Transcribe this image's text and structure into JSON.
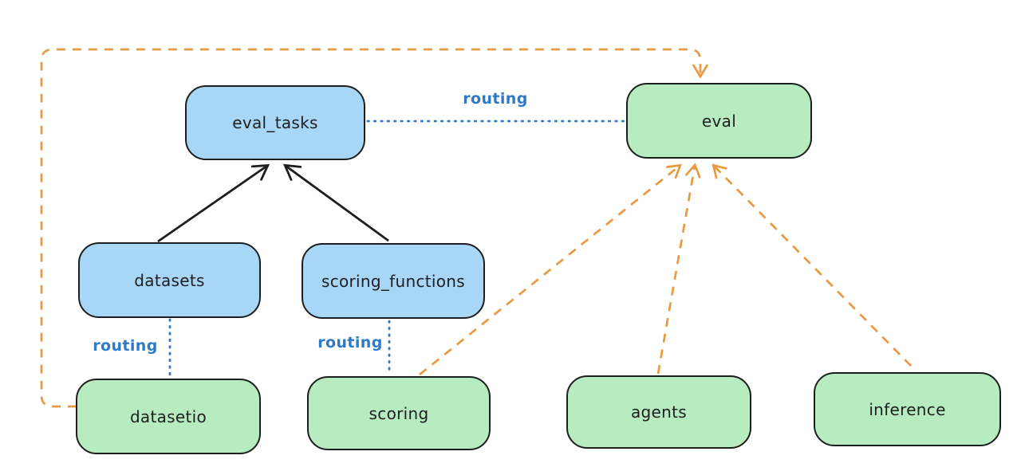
{
  "colors": {
    "background": "#ffffff",
    "node_stroke": "#1e1e1e",
    "api_fill": "#a8d6f7",
    "provider_fill": "#b7ecc0",
    "routing_line": "#2f7ac5",
    "dependency_line": "#e9993f",
    "arrow_line": "#1e1e1e"
  },
  "nodes": {
    "eval_tasks": {
      "label": "eval_tasks",
      "color": "blue"
    },
    "eval": {
      "label": "eval",
      "color": "green"
    },
    "datasets": {
      "label": "datasets",
      "color": "blue"
    },
    "scoring_functions": {
      "label": "scoring_functions",
      "color": "blue"
    },
    "datasetio": {
      "label": "datasetio",
      "color": "green"
    },
    "scoring": {
      "label": "scoring",
      "color": "green"
    },
    "agents": {
      "label": "agents",
      "color": "green"
    },
    "inference": {
      "label": "inference",
      "color": "green"
    }
  },
  "edge_labels": {
    "eval_tasks_to_eval": "routing",
    "datasets_to_datasetio": "routing",
    "scoring_functions_to_scoring": "routing"
  },
  "edges": [
    {
      "from": "datasets",
      "to": "eval_tasks",
      "style": "solid-arrow",
      "color": "black"
    },
    {
      "from": "scoring_functions",
      "to": "eval_tasks",
      "style": "solid-arrow",
      "color": "black"
    },
    {
      "from": "eval_tasks",
      "to": "eval",
      "style": "dotted",
      "color": "blue",
      "label": "routing"
    },
    {
      "from": "datasets",
      "to": "datasetio",
      "style": "dotted",
      "color": "blue",
      "label": "routing"
    },
    {
      "from": "scoring_functions",
      "to": "scoring",
      "style": "dotted",
      "color": "blue",
      "label": "routing"
    },
    {
      "from": "datasetio",
      "to": "eval",
      "style": "dashed-arrow",
      "color": "orange",
      "route": "loop-left-top"
    },
    {
      "from": "scoring",
      "to": "eval",
      "style": "dashed-arrow",
      "color": "orange"
    },
    {
      "from": "agents",
      "to": "eval",
      "style": "dashed-arrow",
      "color": "orange"
    },
    {
      "from": "inference",
      "to": "eval",
      "style": "dashed-arrow",
      "color": "orange"
    }
  ]
}
